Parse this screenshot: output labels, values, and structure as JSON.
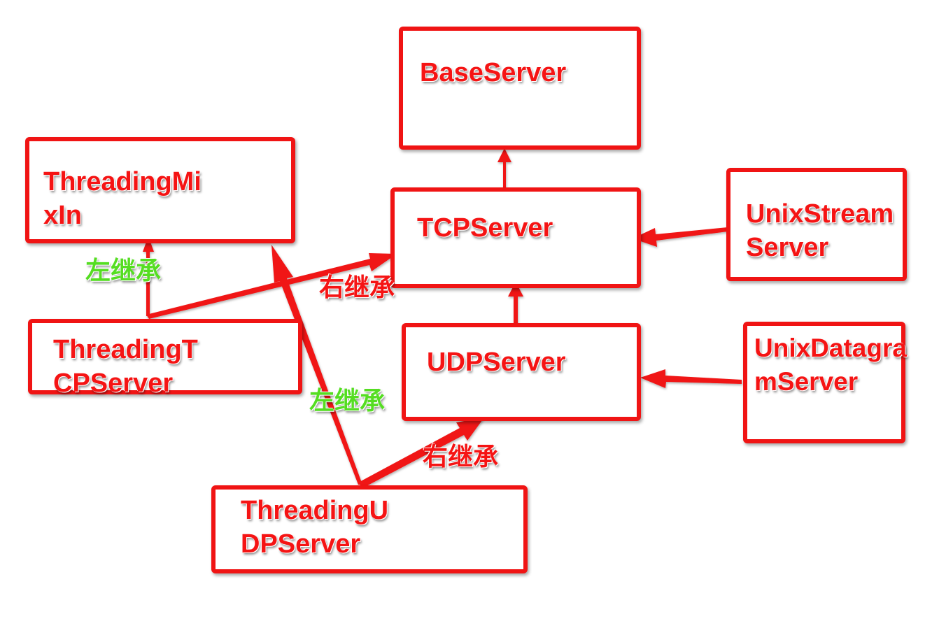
{
  "nodes": {
    "base_server": {
      "line1": "BaseServer",
      "line2": ""
    },
    "threading_mixin": {
      "line1": "ThreadingMi",
      "line2": "xIn"
    },
    "tcp_server": {
      "line1": "TCPServer",
      "line2": ""
    },
    "unix_stream_server": {
      "line1": "UnixStream",
      "line2": "Server"
    },
    "threading_tcp_server": {
      "line1": "ThreadingT",
      "line2": "CPServer"
    },
    "udp_server": {
      "line1": "UDPServer",
      "line2": ""
    },
    "unix_datagram_server": {
      "line1": "UnixDatagra",
      "line2": "mServer"
    },
    "threading_udp_server": {
      "line1": "ThreadingU",
      "line2": "DPServer"
    }
  },
  "edge_labels": {
    "tcp_left": "左继承",
    "tcp_right": "右继承",
    "udp_left": "左继承",
    "udp_right": "右继承"
  },
  "colors": {
    "node_text": "#f51414",
    "box_border": "#f01414",
    "left_inherit": "#55dd22",
    "right_inherit": "#f51414"
  }
}
